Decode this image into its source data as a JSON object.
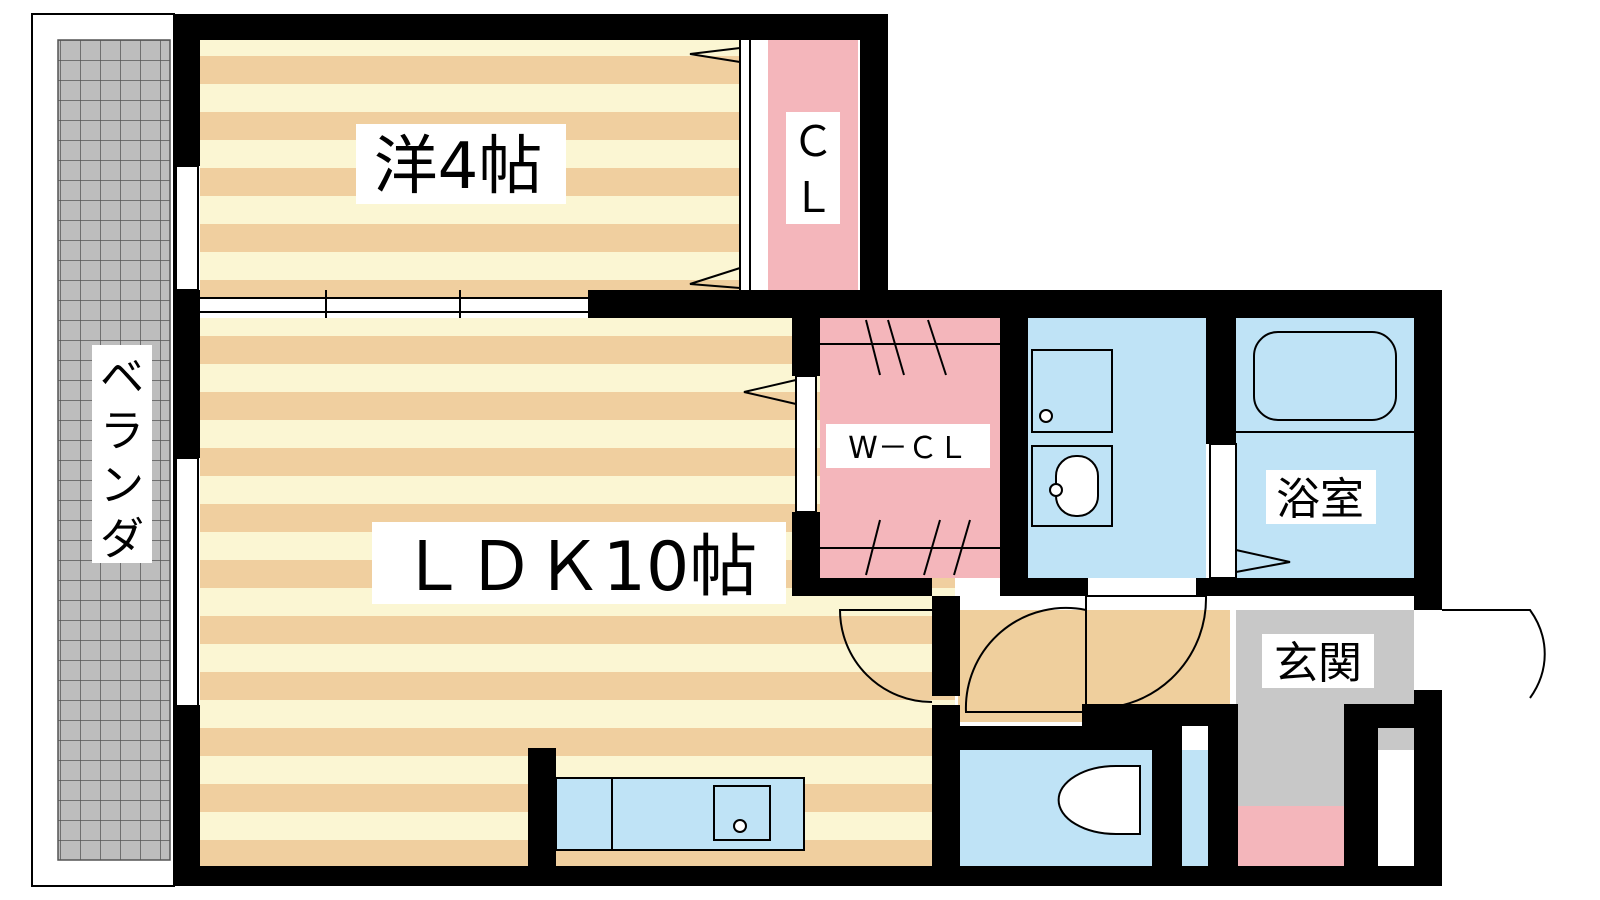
{
  "rooms": {
    "bedroom": "洋4帖",
    "ldk": "ＬＤＫ10帖",
    "bath": "浴室",
    "entrance": "玄関",
    "walk_in_closet": "W－ＣＬ",
    "closet_top": "Ｃ",
    "closet_bottom": "Ｌ",
    "balcony_1": "ベ",
    "balcony_2": "ラ",
    "balcony_3": "ン",
    "balcony_4": "ダ"
  },
  "colors": {
    "wall": "#000000",
    "floor_stripe_a": "#f0cf9f",
    "floor_stripe_b": "#fbf6d3",
    "closet": "#f4b6bb",
    "wet_area": "#bfe3f6",
    "entrance_floor": "#c8c8c8",
    "balcony": "#bdbdbd",
    "hall_floor": "#efcf9d"
  }
}
